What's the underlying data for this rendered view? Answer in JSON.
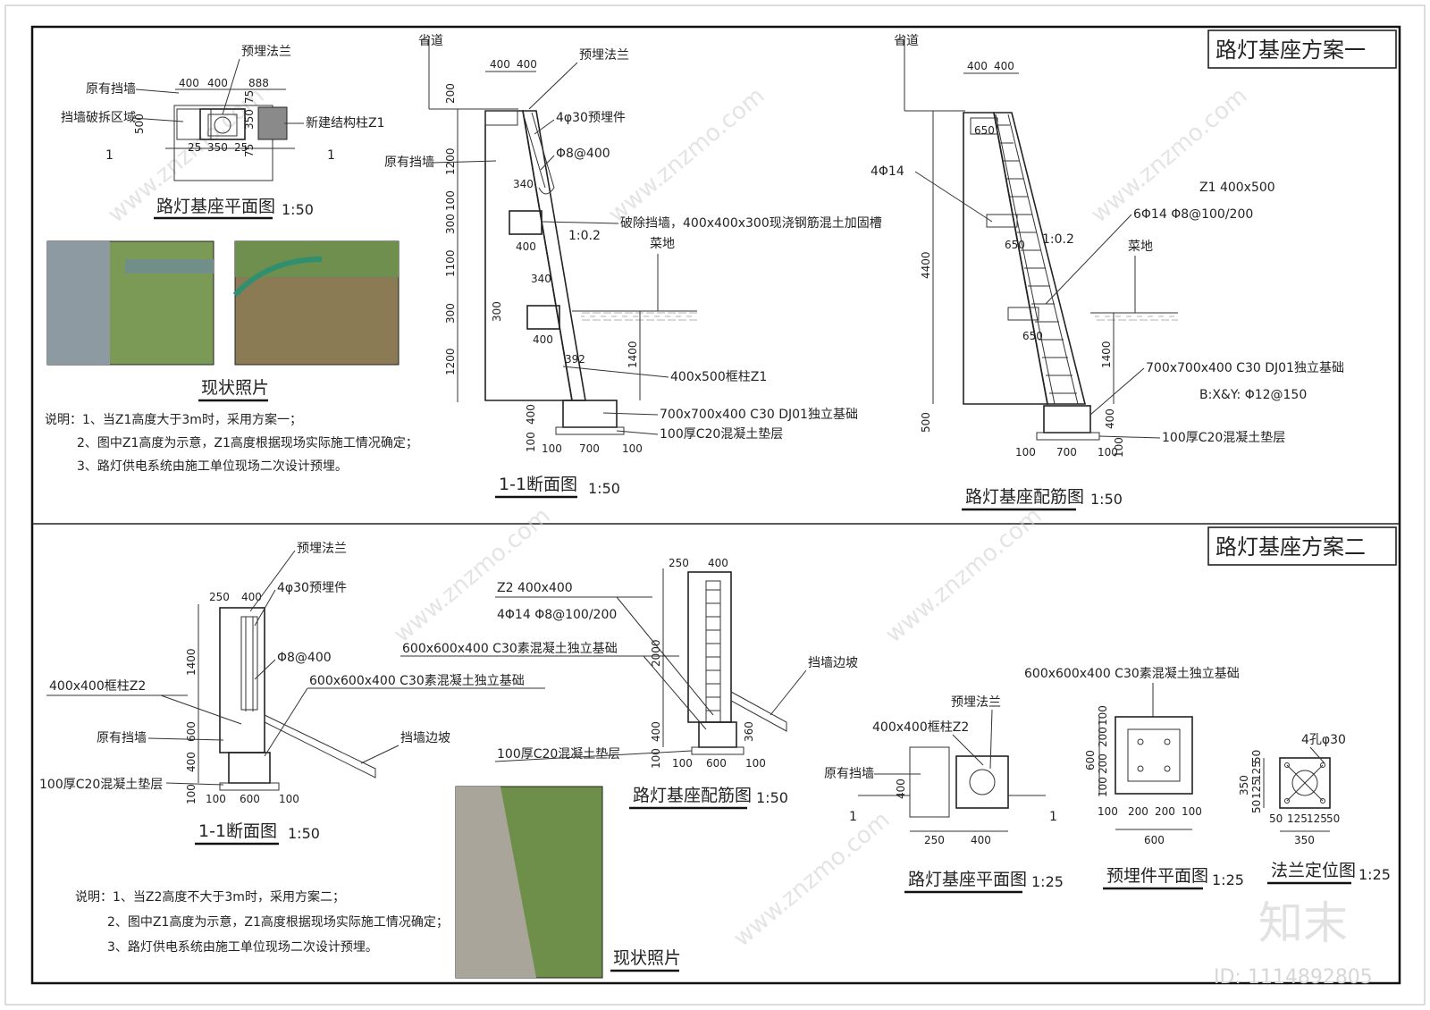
{
  "scheme1": {
    "title": "路灯基座方案一",
    "plan": {
      "title": "路灯基座平面图",
      "scale": "1:50",
      "labels": {
        "existing_wall": "原有挡墙",
        "flange": "预埋法兰",
        "demolish": "挡墙破拆区域",
        "new_col": "新建结构柱Z1"
      },
      "dims": [
        "400",
        "400",
        "888",
        "500",
        "350",
        "75",
        "75",
        "25",
        "350",
        "25"
      ],
      "cut": "1"
    },
    "photo_caption": "现状照片",
    "notes": [
      "说明：1、当Z1高度大于3m时，采用方案一；",
      "2、图中Z1高度为示意，Z1高度根据现场实际施工情况确定；",
      "3、路灯供电系统由施工单位现场二次设计预埋。"
    ],
    "section": {
      "title": "1-1断面图",
      "scale": "1:50",
      "labels": {
        "road": "省道",
        "flange": "预埋法兰",
        "embed": "4φ30预埋件",
        "rebar": "Φ8@400",
        "existing_wall": "原有挡墙",
        "slope": "1:0.2",
        "groove": "破除挡墙，400x400x300现浇钢筋混土加固槽",
        "field": "菜地",
        "column": "400x500框柱Z1",
        "footing": "700x700x400 C30 DJ01独立基础",
        "cushion": "100厚C20混凝土垫层"
      },
      "dims_v": [
        "200",
        "1200",
        "100",
        "300",
        "1100",
        "300",
        "1200",
        "400",
        "100"
      ],
      "dims_h": [
        "400",
        "400",
        "340",
        "400",
        "340",
        "400",
        "392",
        "100",
        "700",
        "100",
        "1400",
        "300"
      ]
    },
    "rebar": {
      "title": "路灯基座配筋图",
      "scale": "1:50",
      "labels": {
        "road": "省道",
        "bars": "4Φ14",
        "col": "Z1 400x500",
        "col_rebar": "6Φ14 Φ8@100/200",
        "slope": "1:0.2",
        "field": "菜地",
        "footing": "700x700x400 C30 DJ01独立基础",
        "footing_rebar": "B:X&Y: Φ12@150",
        "cushion": "100厚C20混凝土垫层"
      },
      "dims": [
        "400",
        "400",
        "650",
        "650",
        "650",
        "4400",
        "1400",
        "500",
        "400",
        "100",
        "700",
        "100",
        "100"
      ]
    }
  },
  "scheme2": {
    "title": "路灯基座方案二",
    "section": {
      "title": "1-1断面图",
      "scale": "1:50",
      "labels": {
        "flange": "预埋法兰",
        "embed": "4φ30预埋件",
        "rebar": "Φ8@400",
        "column": "400x400框柱Z2",
        "existing_wall": "原有挡墙",
        "footing": "600x600x400 C30素混凝土独立基础",
        "slope_edge": "挡墙边坡",
        "cushion": "100厚C20混凝土垫层"
      },
      "dims": [
        "250",
        "400",
        "1400",
        "600",
        "400",
        "100",
        "100",
        "600",
        "100"
      ]
    },
    "rebar": {
      "title": "路灯基座配筋图",
      "scale": "1:50",
      "labels": {
        "col": "Z2 400x400",
        "col_rebar": "4Φ14 Φ8@100/200",
        "footing": "600x600x400 C30素混凝土独立基础",
        "slope_edge": "挡墙边坡",
        "cushion": "100厚C20混凝土垫层"
      },
      "dims": [
        "250",
        "400",
        "2000",
        "400",
        "360",
        "100",
        "100",
        "600",
        "100"
      ]
    },
    "plan": {
      "title": "路灯基座平面图",
      "scale": "1:25",
      "labels": {
        "flange": "预埋法兰",
        "column": "400x400框柱Z2",
        "existing_wall": "原有挡墙"
      },
      "dims": [
        "400",
        "250",
        "400"
      ],
      "cut": "1"
    },
    "embed_plan": {
      "title": "预埋件平面图",
      "scale": "1:25",
      "labels": {
        "footing": "600x600x400 C30素混凝土独立基础"
      },
      "dims": [
        "100",
        "200",
        "200",
        "100",
        "600",
        "100",
        "200",
        "200",
        "100",
        "600"
      ]
    },
    "flange_plan": {
      "title": "法兰定位图",
      "scale": "1:25",
      "labels": {
        "holes": "4孔φ30"
      },
      "dims": [
        "50",
        "125",
        "125",
        "50",
        "350",
        "50",
        "125",
        "125",
        "50",
        "350"
      ]
    },
    "photo_caption": "现状照片",
    "notes": [
      "说明：1、当Z2高度不大于3m时，采用方案二；",
      "2、图中Z1高度为示意，Z1高度根据现场实际施工情况确定；",
      "3、路灯供电系统由施工单位现场二次设计预埋。"
    ]
  },
  "watermark": {
    "text": "www.znzmo.com",
    "logo": "知末",
    "id": "ID: 1114892805"
  }
}
